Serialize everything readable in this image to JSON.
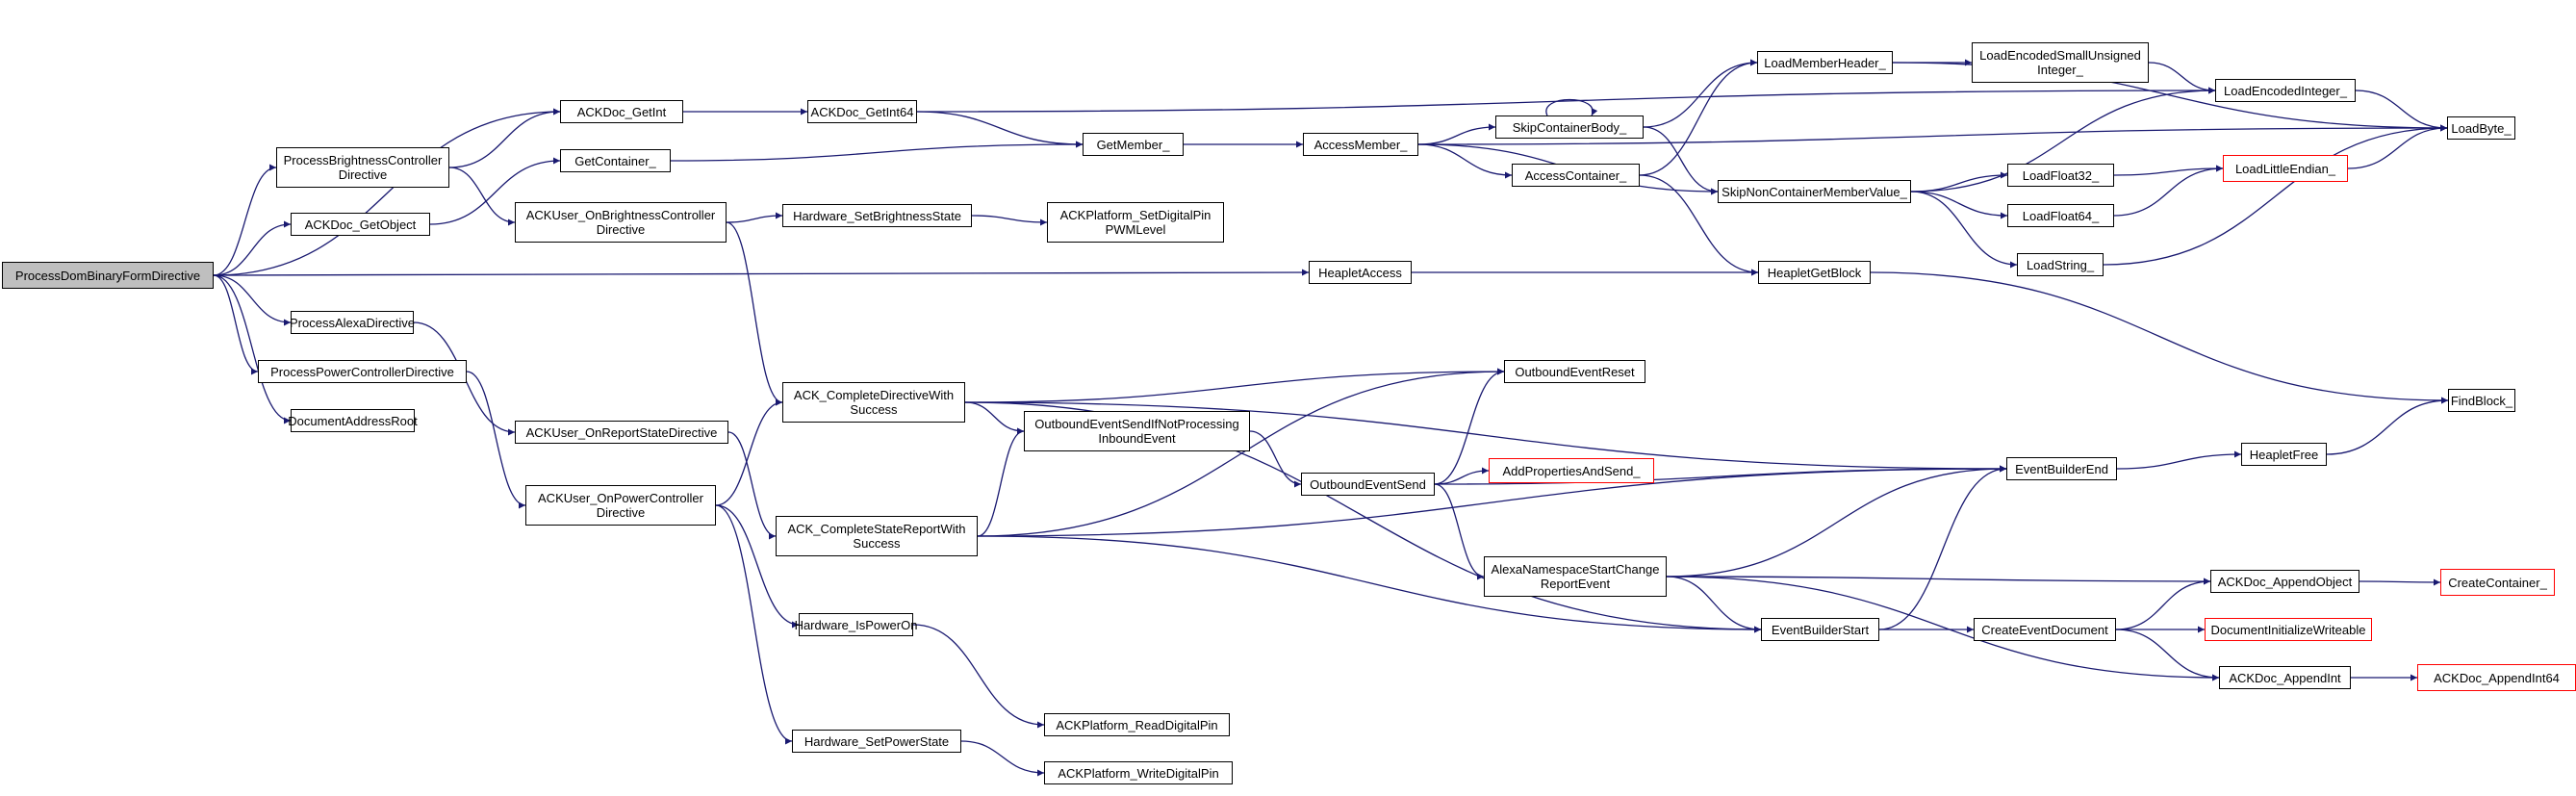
{
  "colors": {
    "edge": "#191970",
    "border": "#000000",
    "root_fill": "#bfbfbf",
    "truncated_border": "#ff0000"
  },
  "nodes": [
    {
      "id": "n0",
      "label": "ProcessDomBinaryFormDirective",
      "style": "root"
    },
    {
      "id": "n1",
      "label": "ACKDoc_GetInt"
    },
    {
      "id": "n2",
      "label": "ProcessBrightnessController\nDirective"
    },
    {
      "id": "n3",
      "label": "ACKDoc_GetObject"
    },
    {
      "id": "n4",
      "label": "HeapletAccess"
    },
    {
      "id": "n5",
      "label": "ProcessAlexaDirective"
    },
    {
      "id": "n6",
      "label": "ProcessPowerControllerDirective"
    },
    {
      "id": "n7",
      "label": "DocumentAddressRoot"
    },
    {
      "id": "n8",
      "label": "ACKDoc_GetInt64"
    },
    {
      "id": "n9",
      "label": "GetMember_"
    },
    {
      "id": "n10",
      "label": "LoadEncodedInteger_"
    },
    {
      "id": "n11",
      "label": "AccessMember_"
    },
    {
      "id": "n12",
      "label": "LoadByte_"
    },
    {
      "id": "n13",
      "label": "AccessContainer_"
    },
    {
      "id": "n14",
      "label": "SkipContainerBody_"
    },
    {
      "id": "n15",
      "label": "SkipNonContainerMemberValue_"
    },
    {
      "id": "n16",
      "label": "HeapletGetBlock"
    },
    {
      "id": "n17",
      "label": "LoadMemberHeader_"
    },
    {
      "id": "n18",
      "label": "LoadEncodedSmallUnsigned\nInteger_"
    },
    {
      "id": "n19",
      "label": "LoadFloat32_"
    },
    {
      "id": "n20",
      "label": "LoadFloat64_"
    },
    {
      "id": "n21",
      "label": "LoadString_"
    },
    {
      "id": "n22",
      "label": "LoadLittleEndian_",
      "style": "truncated"
    },
    {
      "id": "n23",
      "label": "FindBlock_"
    },
    {
      "id": "n24",
      "label": "GetContainer_"
    },
    {
      "id": "n25",
      "label": "ACKUser_OnBrightnessController\nDirective"
    },
    {
      "id": "n26",
      "label": "ACK_CompleteDirectiveWith\nSuccess"
    },
    {
      "id": "n27",
      "label": "Hardware_SetBrightnessState"
    },
    {
      "id": "n28",
      "label": "ACKPlatform_SetDigitalPin\nPWMLevel"
    },
    {
      "id": "n29",
      "label": "EventBuilderEnd"
    },
    {
      "id": "n30",
      "label": "EventBuilderStart"
    },
    {
      "id": "n31",
      "label": "OutboundEventReset"
    },
    {
      "id": "n32",
      "label": "OutboundEventSendIfNotProcessing\nInboundEvent"
    },
    {
      "id": "n33",
      "label": "HeapletFree"
    },
    {
      "id": "n34",
      "label": "CreateEventDocument"
    },
    {
      "id": "n35",
      "label": "ACKDoc_AppendObject"
    },
    {
      "id": "n36",
      "label": "DocumentInitializeWriteable",
      "style": "truncated"
    },
    {
      "id": "n37",
      "label": "ACKDoc_AppendInt"
    },
    {
      "id": "n38",
      "label": "CreateContainer_",
      "style": "truncated"
    },
    {
      "id": "n39",
      "label": "ACKDoc_AppendInt64",
      "style": "truncated"
    },
    {
      "id": "n40",
      "label": "OutboundEventSend"
    },
    {
      "id": "n41",
      "label": "AddPropertiesAndSend_",
      "style": "truncated"
    },
    {
      "id": "n42",
      "label": "AlexaNamespaceStartChange\nReportEvent"
    },
    {
      "id": "n43",
      "label": "ACKUser_OnReportStateDirective"
    },
    {
      "id": "n44",
      "label": "ACK_CompleteStateReportWith\nSuccess"
    },
    {
      "id": "n45",
      "label": "ACKUser_OnPowerController\nDirective"
    },
    {
      "id": "n46",
      "label": "Hardware_IsPowerOn"
    },
    {
      "id": "n47",
      "label": "Hardware_SetPowerState"
    },
    {
      "id": "n48",
      "label": "ACKPlatform_ReadDigitalPin"
    },
    {
      "id": "n49",
      "label": "ACKPlatform_WriteDigitalPin"
    }
  ],
  "edges": [
    [
      "n0",
      "n1"
    ],
    [
      "n0",
      "n2"
    ],
    [
      "n0",
      "n3"
    ],
    [
      "n0",
      "n4"
    ],
    [
      "n0",
      "n5"
    ],
    [
      "n0",
      "n6"
    ],
    [
      "n0",
      "n7"
    ],
    [
      "n1",
      "n8"
    ],
    [
      "n8",
      "n9"
    ],
    [
      "n8",
      "n10"
    ],
    [
      "n9",
      "n11"
    ],
    [
      "n11",
      "n12"
    ],
    [
      "n11",
      "n13"
    ],
    [
      "n11",
      "n14"
    ],
    [
      "n11",
      "n15"
    ],
    [
      "n13",
      "n16"
    ],
    [
      "n13",
      "n17"
    ],
    [
      "n4",
      "n16"
    ],
    [
      "n14",
      "n14"
    ],
    [
      "n14",
      "n17"
    ],
    [
      "n14",
      "n15"
    ],
    [
      "n17",
      "n18"
    ],
    [
      "n17",
      "n12"
    ],
    [
      "n18",
      "n10"
    ],
    [
      "n10",
      "n12"
    ],
    [
      "n15",
      "n10"
    ],
    [
      "n15",
      "n19"
    ],
    [
      "n15",
      "n20"
    ],
    [
      "n15",
      "n21"
    ],
    [
      "n19",
      "n22"
    ],
    [
      "n20",
      "n22"
    ],
    [
      "n21",
      "n12"
    ],
    [
      "n22",
      "n12"
    ],
    [
      "n16",
      "n23"
    ],
    [
      "n2",
      "n1"
    ],
    [
      "n2",
      "n25"
    ],
    [
      "n3",
      "n24"
    ],
    [
      "n24",
      "n9"
    ],
    [
      "n25",
      "n27"
    ],
    [
      "n27",
      "n28"
    ],
    [
      "n25",
      "n26"
    ],
    [
      "n26",
      "n29"
    ],
    [
      "n26",
      "n30"
    ],
    [
      "n26",
      "n31"
    ],
    [
      "n26",
      "n32"
    ],
    [
      "n29",
      "n33"
    ],
    [
      "n33",
      "n23"
    ],
    [
      "n30",
      "n29"
    ],
    [
      "n30",
      "n34"
    ],
    [
      "n34",
      "n35"
    ],
    [
      "n34",
      "n36"
    ],
    [
      "n34",
      "n37"
    ],
    [
      "n35",
      "n38"
    ],
    [
      "n37",
      "n39"
    ],
    [
      "n32",
      "n40"
    ],
    [
      "n40",
      "n31"
    ],
    [
      "n40",
      "n29"
    ],
    [
      "n40",
      "n41"
    ],
    [
      "n40",
      "n42"
    ],
    [
      "n42",
      "n29"
    ],
    [
      "n42",
      "n30"
    ],
    [
      "n42",
      "n35"
    ],
    [
      "n42",
      "n37"
    ],
    [
      "n5",
      "n43"
    ],
    [
      "n43",
      "n44"
    ],
    [
      "n44",
      "n29"
    ],
    [
      "n44",
      "n30"
    ],
    [
      "n44",
      "n31"
    ],
    [
      "n44",
      "n32"
    ],
    [
      "n6",
      "n45"
    ],
    [
      "n45",
      "n26"
    ],
    [
      "n45",
      "n46"
    ],
    [
      "n45",
      "n47"
    ],
    [
      "n46",
      "n48"
    ],
    [
      "n47",
      "n49"
    ]
  ]
}
